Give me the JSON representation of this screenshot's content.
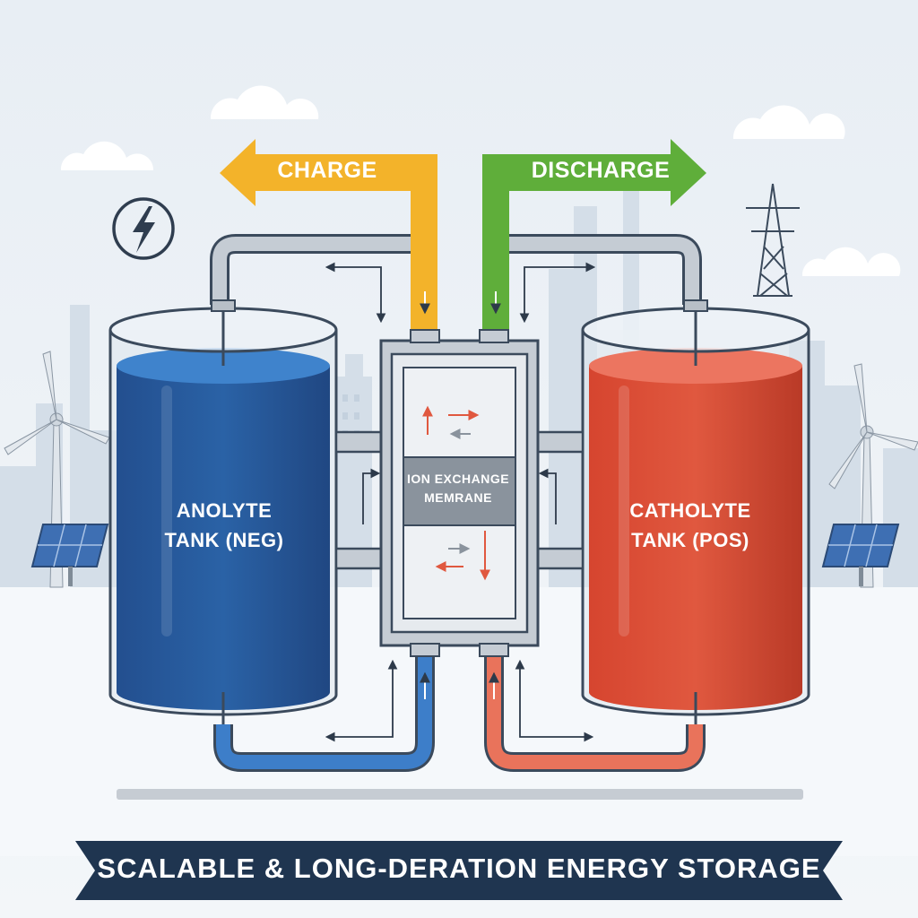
{
  "labels": {
    "charge": "CHARGE",
    "discharge": "DISCHARGE",
    "anolyte_line1": "ANOLYTE",
    "anolyte_line2": "TANK (NEG)",
    "catholyte_line1": "CATHOLYTE",
    "catholyte_line2": "TANK (POS)",
    "membrane_line1": "ION EXCHANGE",
    "membrane_line2": "MEMRANE",
    "banner": "SCALABLE & LONG-DERATION ENERGY STORAGE"
  },
  "colors": {
    "charge": "#f3b32a",
    "discharge": "#5fae3a",
    "anolyte": "#2a62a6",
    "catholyte": "#d9503a",
    "pipe": "#b8bfc7",
    "outline": "#3b4a5c",
    "banner": "#1f3550",
    "sky": "#eef3f7"
  },
  "icons": [
    "lightning-icon",
    "power-tower-icon",
    "wind-turbine-icon",
    "solar-panel-icon",
    "cloud-icon"
  ]
}
